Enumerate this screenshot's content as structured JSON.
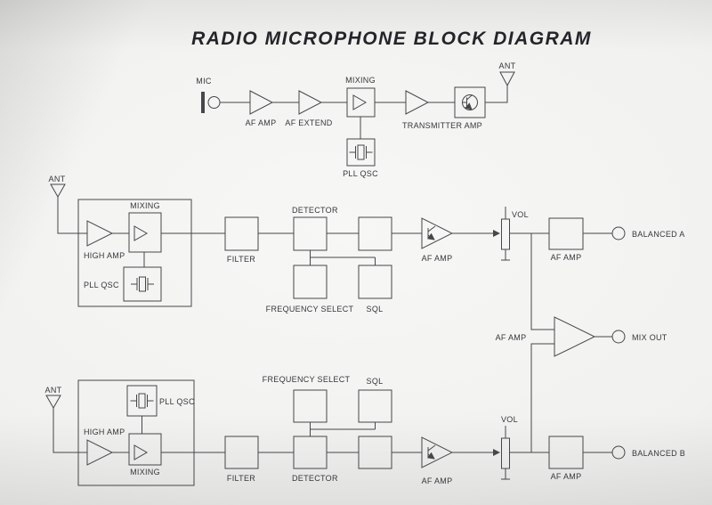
{
  "title": "RADIO MICROPHONE BLOCK DIAGRAM",
  "tx": {
    "mic_label": "MIC",
    "af_amp": "AF AMP",
    "af_extend": "AF EXTEND",
    "mixing": "MIXING",
    "transmitter_amp": "TRANSMITTER AMP",
    "ant": "ANT",
    "pll_qsc": "PLL QSC"
  },
  "rx_a": {
    "ant": "ANT",
    "high_amp": "HIGH AMP",
    "mixing": "MIXING",
    "pll_qsc": "PLL QSC",
    "filter": "FILTER",
    "detector": "DETECTOR",
    "frequency_select": "FREQUENCY SELECT",
    "sql": "SQL",
    "af_amp": "AF AMP",
    "vol": "VOL",
    "af_amp_out": "AF AMP",
    "output": "BALANCED A"
  },
  "mix": {
    "af_amp": "AF AMP",
    "output": "MIX OUT"
  },
  "rx_b": {
    "ant": "ANT",
    "pll_qsc": "PLL QSC",
    "high_amp": "HIGH AMP",
    "mixing": "MIXING",
    "filter": "FILTER",
    "frequency_select": "FREQUENCY SELECT",
    "sql": "SQL",
    "detector": "DETECTOR",
    "af_amp": "AF AMP",
    "vol": "VOL",
    "af_amp_out": "AF AMP",
    "output": "BALANCED B"
  },
  "colors": {
    "line": "#45474a",
    "text": "#35373c",
    "paper": "#f1f1ef"
  }
}
